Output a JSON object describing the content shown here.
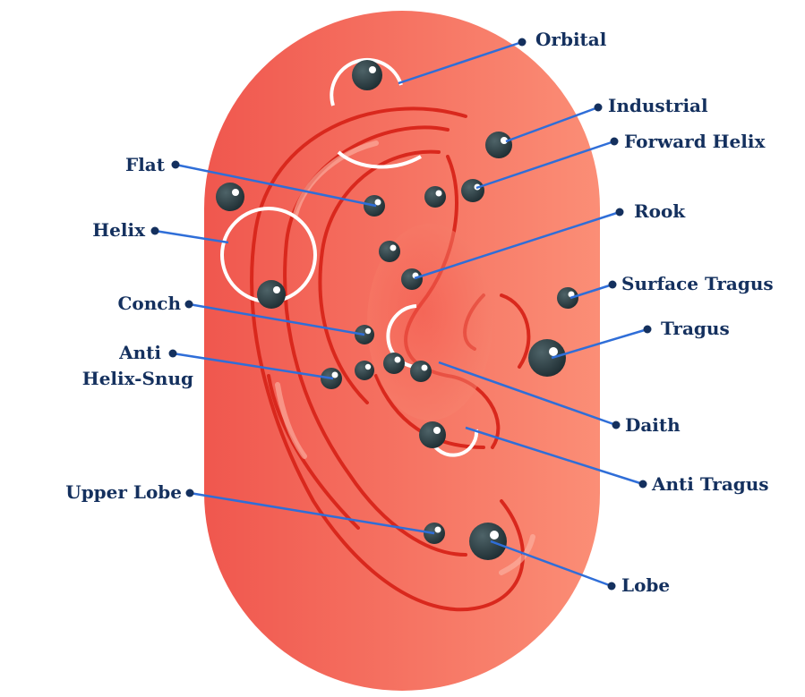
{
  "colors": {
    "skin_light": "#fb8e76",
    "skin_dark": "#f0574e",
    "inner": "#f47a68",
    "line": "#d9281d",
    "pointer": "#2f6ed8",
    "dot": "#14305e",
    "label": "#14305e",
    "ball": "#2c3f45",
    "ring": "#ffffff"
  },
  "labels": {
    "orbital": "Orbital",
    "industrial": "Industrial",
    "forward_helix": "Forward Helix",
    "flat": "Flat",
    "rook": "Rook",
    "helix": "Helix",
    "surface_tragus": "Surface Tragus",
    "conch": "Conch",
    "tragus": "Tragus",
    "anti_helix_snug_line1": "Anti",
    "anti_helix_snug_line2": "Helix-Snug",
    "daith": "Daith",
    "anti_tragus": "Anti Tragus",
    "upper_lobe": "Upper Lobe",
    "lobe": "Lobe"
  }
}
